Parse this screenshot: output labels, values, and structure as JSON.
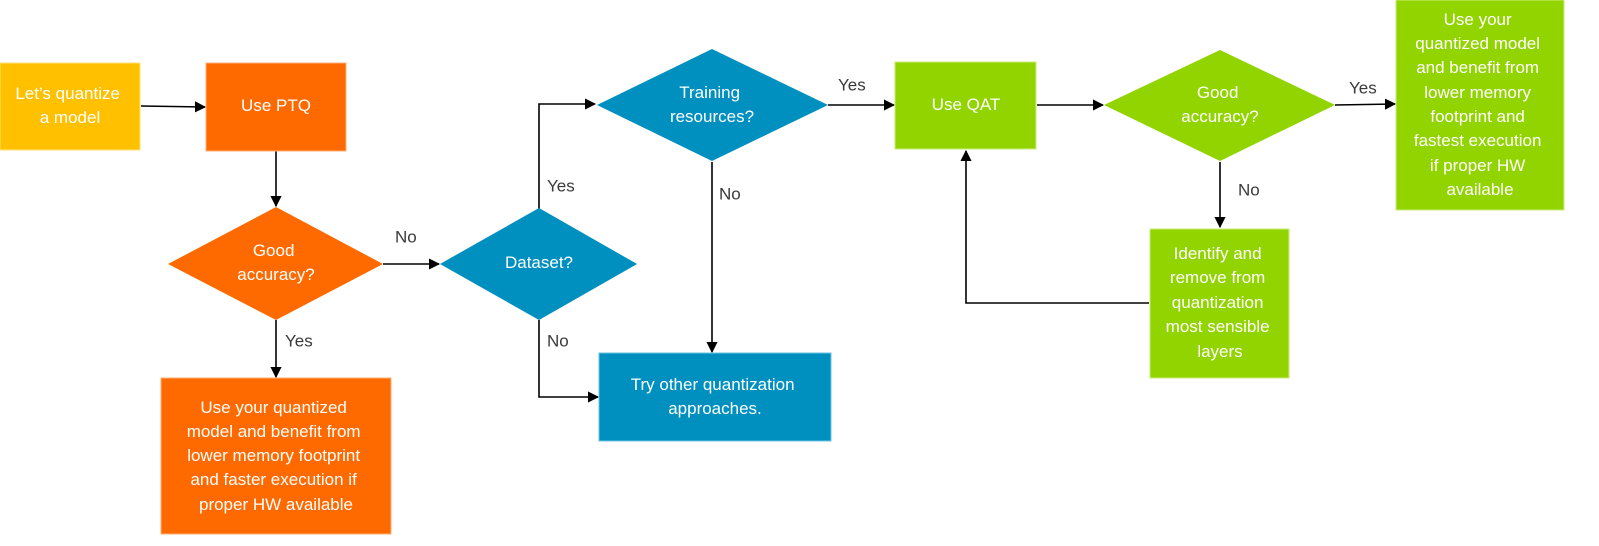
{
  "colors": {
    "yellow": "#FFC000",
    "orange": "#FF6A00",
    "blue": "#0090C0",
    "green": "#92D400",
    "edge": "#000000",
    "label": "#3a3a3a"
  },
  "nodes": {
    "start": {
      "lines": [
        "Let’s quantize",
        "a model"
      ]
    },
    "use_ptq": {
      "lines": [
        "Use PTQ"
      ]
    },
    "ptq_accuracy": {
      "lines": [
        "Good",
        "accuracy?"
      ]
    },
    "ptq_result": {
      "lines": [
        "Use your quantized",
        "model and benefit from",
        "lower memory footprint",
        "and faster execution if",
        "proper HW available"
      ]
    },
    "dataset": {
      "lines": [
        "Dataset?"
      ]
    },
    "training": {
      "lines": [
        "Training",
        "resources?"
      ]
    },
    "other": {
      "lines": [
        "Try other quantization",
        "approaches."
      ]
    },
    "use_qat": {
      "lines": [
        "Use QAT"
      ]
    },
    "qat_accuracy": {
      "lines": [
        "Good",
        "accuracy?"
      ]
    },
    "identify": {
      "lines": [
        "Identify and",
        "remove from",
        "quantization",
        "most sensible",
        "layers"
      ]
    },
    "qat_result": {
      "lines": [
        "Use your",
        "quantized model",
        "and benefit from",
        "lower memory",
        "footprint and",
        "fastest execution",
        "if proper HW",
        "available"
      ]
    }
  },
  "edge_labels": {
    "ptq_yes": "Yes",
    "ptq_no": "No",
    "dataset_yes": "Yes",
    "dataset_no": "No",
    "training_yes": "Yes",
    "training_no": "No",
    "qat_yes": "Yes",
    "qat_no": "No"
  }
}
